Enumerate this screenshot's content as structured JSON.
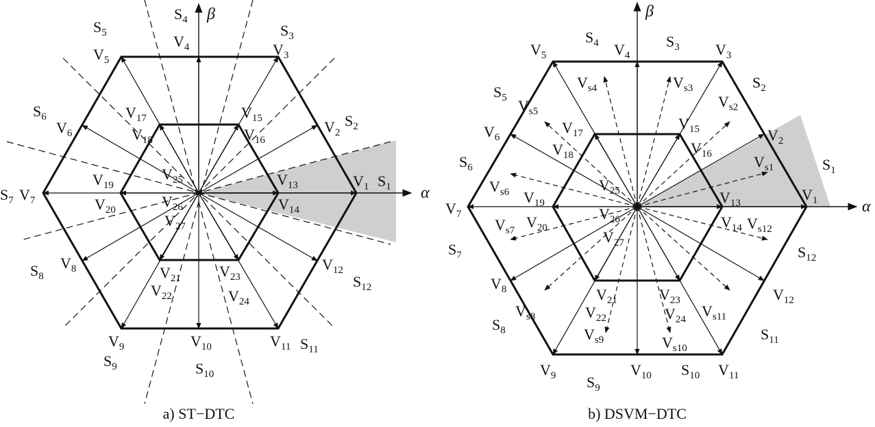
{
  "colors": {
    "ink": "#111111",
    "shade": "#cfcfcf",
    "background": "#ffffff"
  },
  "axes": {
    "alpha": "α",
    "beta": "β"
  },
  "diagrams": [
    {
      "id": "a",
      "caption": "a) ST−DTC",
      "vectors": [
        {
          "b": "V",
          "s": "1"
        },
        {
          "b": "V",
          "s": "2"
        },
        {
          "b": "V",
          "s": "3"
        },
        {
          "b": "V",
          "s": "4"
        },
        {
          "b": "V",
          "s": "5"
        },
        {
          "b": "V",
          "s": "6"
        },
        {
          "b": "V",
          "s": "7"
        },
        {
          "b": "V",
          "s": "8"
        },
        {
          "b": "V",
          "s": "9"
        },
        {
          "b": "V",
          "s": "10"
        },
        {
          "b": "V",
          "s": "11"
        },
        {
          "b": "V",
          "s": "12"
        },
        {
          "b": "V",
          "s": "13"
        },
        {
          "b": "V",
          "s": "14"
        },
        {
          "b": "V",
          "s": "15"
        },
        {
          "b": "V",
          "s": "16"
        },
        {
          "b": "V",
          "s": "17"
        },
        {
          "b": "V",
          "s": "18"
        },
        {
          "b": "V",
          "s": "19"
        },
        {
          "b": "V",
          "s": "20"
        },
        {
          "b": "V",
          "s": "21"
        },
        {
          "b": "V",
          "s": "22"
        },
        {
          "b": "V",
          "s": "23"
        },
        {
          "b": "V",
          "s": "24"
        },
        {
          "b": "V",
          "s": "25"
        },
        {
          "b": "V",
          "s": "26"
        },
        {
          "b": "V",
          "s": "27"
        }
      ],
      "sectors": [
        {
          "b": "S",
          "s": "1"
        },
        {
          "b": "S",
          "s": "2"
        },
        {
          "b": "S",
          "s": "3"
        },
        {
          "b": "S",
          "s": "4"
        },
        {
          "b": "S",
          "s": "5"
        },
        {
          "b": "S",
          "s": "6"
        },
        {
          "b": "S",
          "s": "7"
        },
        {
          "b": "S",
          "s": "8"
        },
        {
          "b": "S",
          "s": "9"
        },
        {
          "b": "S",
          "s": "10"
        },
        {
          "b": "S",
          "s": "11"
        },
        {
          "b": "S",
          "s": "12"
        }
      ]
    },
    {
      "id": "b",
      "caption": "b) DSVM−DTC",
      "vectors": [
        {
          "b": "V",
          "s": "1"
        },
        {
          "b": "V",
          "s": "2"
        },
        {
          "b": "V",
          "s": "3"
        },
        {
          "b": "V",
          "s": "4"
        },
        {
          "b": "V",
          "s": "5"
        },
        {
          "b": "V",
          "s": "6"
        },
        {
          "b": "V",
          "s": "7"
        },
        {
          "b": "V",
          "s": "8"
        },
        {
          "b": "V",
          "s": "9"
        },
        {
          "b": "V",
          "s": "10"
        },
        {
          "b": "V",
          "s": "11"
        },
        {
          "b": "V",
          "s": "12"
        },
        {
          "b": "V",
          "s": "13"
        },
        {
          "b": "V",
          "s": "14"
        },
        {
          "b": "V",
          "s": "15"
        },
        {
          "b": "V",
          "s": "16"
        },
        {
          "b": "V",
          "s": "17"
        },
        {
          "b": "V",
          "s": "18"
        },
        {
          "b": "V",
          "s": "19"
        },
        {
          "b": "V",
          "s": "20"
        },
        {
          "b": "V",
          "s": "21"
        },
        {
          "b": "V",
          "s": "22"
        },
        {
          "b": "V",
          "s": "23"
        },
        {
          "b": "V",
          "s": "24"
        },
        {
          "b": "V",
          "s": "25"
        },
        {
          "b": "V",
          "s": "26"
        },
        {
          "b": "V",
          "s": "27"
        }
      ],
      "virtual_vectors": [
        {
          "b": "V",
          "s": "s1"
        },
        {
          "b": "V",
          "s": "s2"
        },
        {
          "b": "V",
          "s": "s3"
        },
        {
          "b": "V",
          "s": "s4"
        },
        {
          "b": "V",
          "s": "s5"
        },
        {
          "b": "V",
          "s": "s6"
        },
        {
          "b": "V",
          "s": "s7"
        },
        {
          "b": "V",
          "s": "s8"
        },
        {
          "b": "V",
          "s": "s9"
        },
        {
          "b": "V",
          "s": "s10"
        },
        {
          "b": "V",
          "s": "s11"
        },
        {
          "b": "V",
          "s": "s12"
        }
      ],
      "sectors": [
        {
          "b": "S",
          "s": "1"
        },
        {
          "b": "S",
          "s": "2"
        },
        {
          "b": "S",
          "s": "3"
        },
        {
          "b": "S",
          "s": "4"
        },
        {
          "b": "S",
          "s": "5"
        },
        {
          "b": "S",
          "s": "6"
        },
        {
          "b": "S",
          "s": "7"
        },
        {
          "b": "S",
          "s": "8"
        },
        {
          "b": "S",
          "s": "9"
        },
        {
          "b": "S",
          "s": "10"
        },
        {
          "b": "S",
          "s": "11"
        },
        {
          "b": "S",
          "s": "12"
        }
      ]
    }
  ]
}
